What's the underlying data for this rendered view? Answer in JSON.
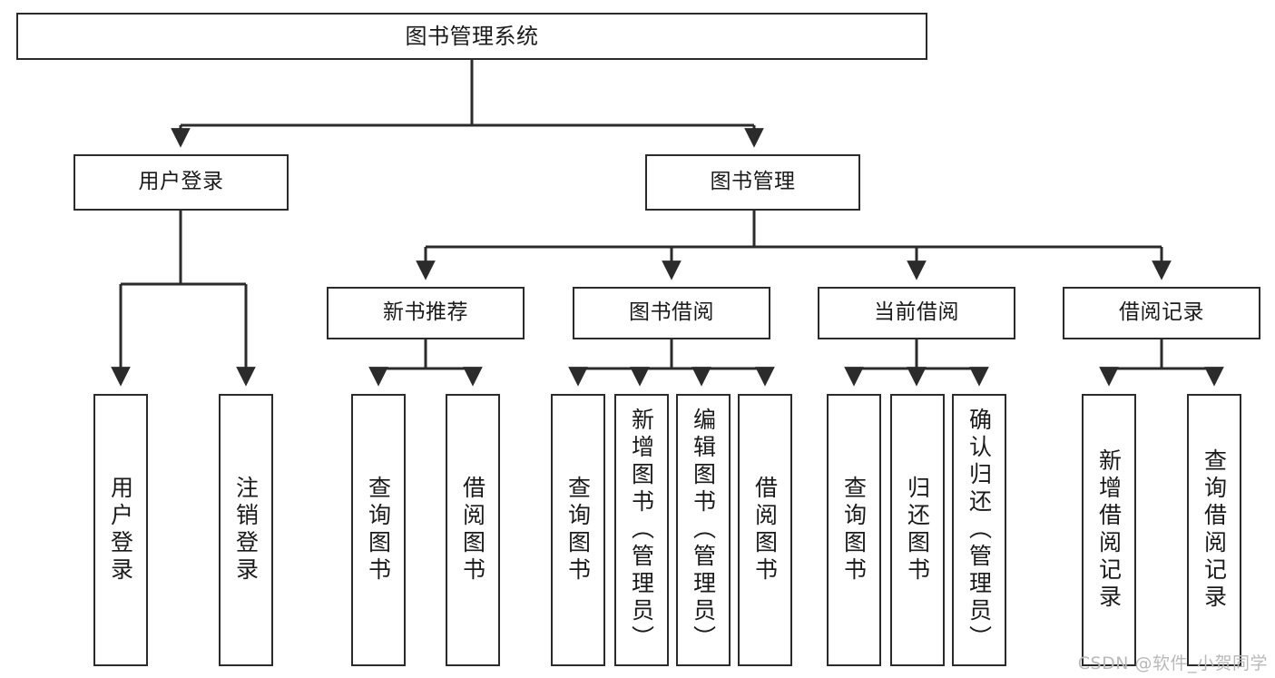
{
  "diagram": {
    "title": "图书管理系统",
    "level1": {
      "label": "图书管理系统"
    },
    "level2": [
      {
        "label": "用户登录"
      },
      {
        "label": "图书管理"
      }
    ],
    "level3": [
      {
        "label": "新书推荐"
      },
      {
        "label": "图书借阅"
      },
      {
        "label": "当前借阅"
      },
      {
        "label": "借阅记录"
      }
    ],
    "leaves": {
      "user_login": [
        {
          "label": "用户登录"
        },
        {
          "label": "注销登录"
        }
      ],
      "new_book_recommend": [
        {
          "label": "查询图书"
        },
        {
          "label": "借阅图书"
        }
      ],
      "book_borrow": [
        {
          "label": "查询图书"
        },
        {
          "label": "新增图书（管理员）"
        },
        {
          "label": "编辑图书（管理员）"
        },
        {
          "label": "借阅图书"
        }
      ],
      "current_borrow": [
        {
          "label": "查询图书"
        },
        {
          "label": "归还图书"
        },
        {
          "label": "确认归还（管理员）"
        }
      ],
      "borrow_record": [
        {
          "label": "新增借阅记录"
        },
        {
          "label": "查询借阅记录"
        }
      ]
    }
  },
  "watermark": {
    "text": "CSDN @软件_小贺同学"
  },
  "colors": {
    "stroke": "#2b2b2b",
    "fill": "#ffffff",
    "text": "#1a1a1a",
    "watermark": "#b9b9b9"
  }
}
